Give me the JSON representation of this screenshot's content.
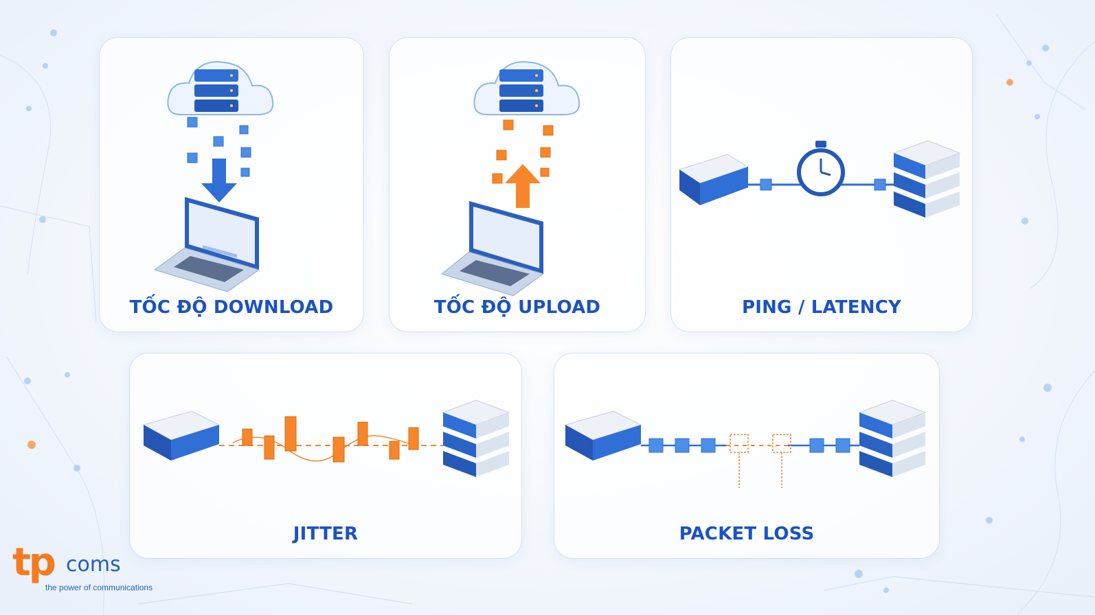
{
  "colors": {
    "title": "#1b52c4",
    "blue": "#2f6fd6",
    "orange": "#f7862a",
    "logo_orange": "#f47b20",
    "logo_blue": "#1e5fc1"
  },
  "cards": {
    "download": {
      "title": "TỐC ĐỘ DOWNLOAD",
      "icon": "cloud-download-icon"
    },
    "upload": {
      "title": "TỐC ĐỘ UPLOAD",
      "icon": "cloud-upload-icon"
    },
    "ping": {
      "title": "PING / LATENCY",
      "icon": "stopwatch-icon"
    },
    "jitter": {
      "title": "JITTER",
      "icon": "jitter-bars-icon"
    },
    "packet_loss": {
      "title": "PACKET LOSS",
      "icon": "packet-loss-icon"
    }
  },
  "logo": {
    "mark": "tp",
    "name": "coms",
    "tagline": "the power of communications"
  }
}
